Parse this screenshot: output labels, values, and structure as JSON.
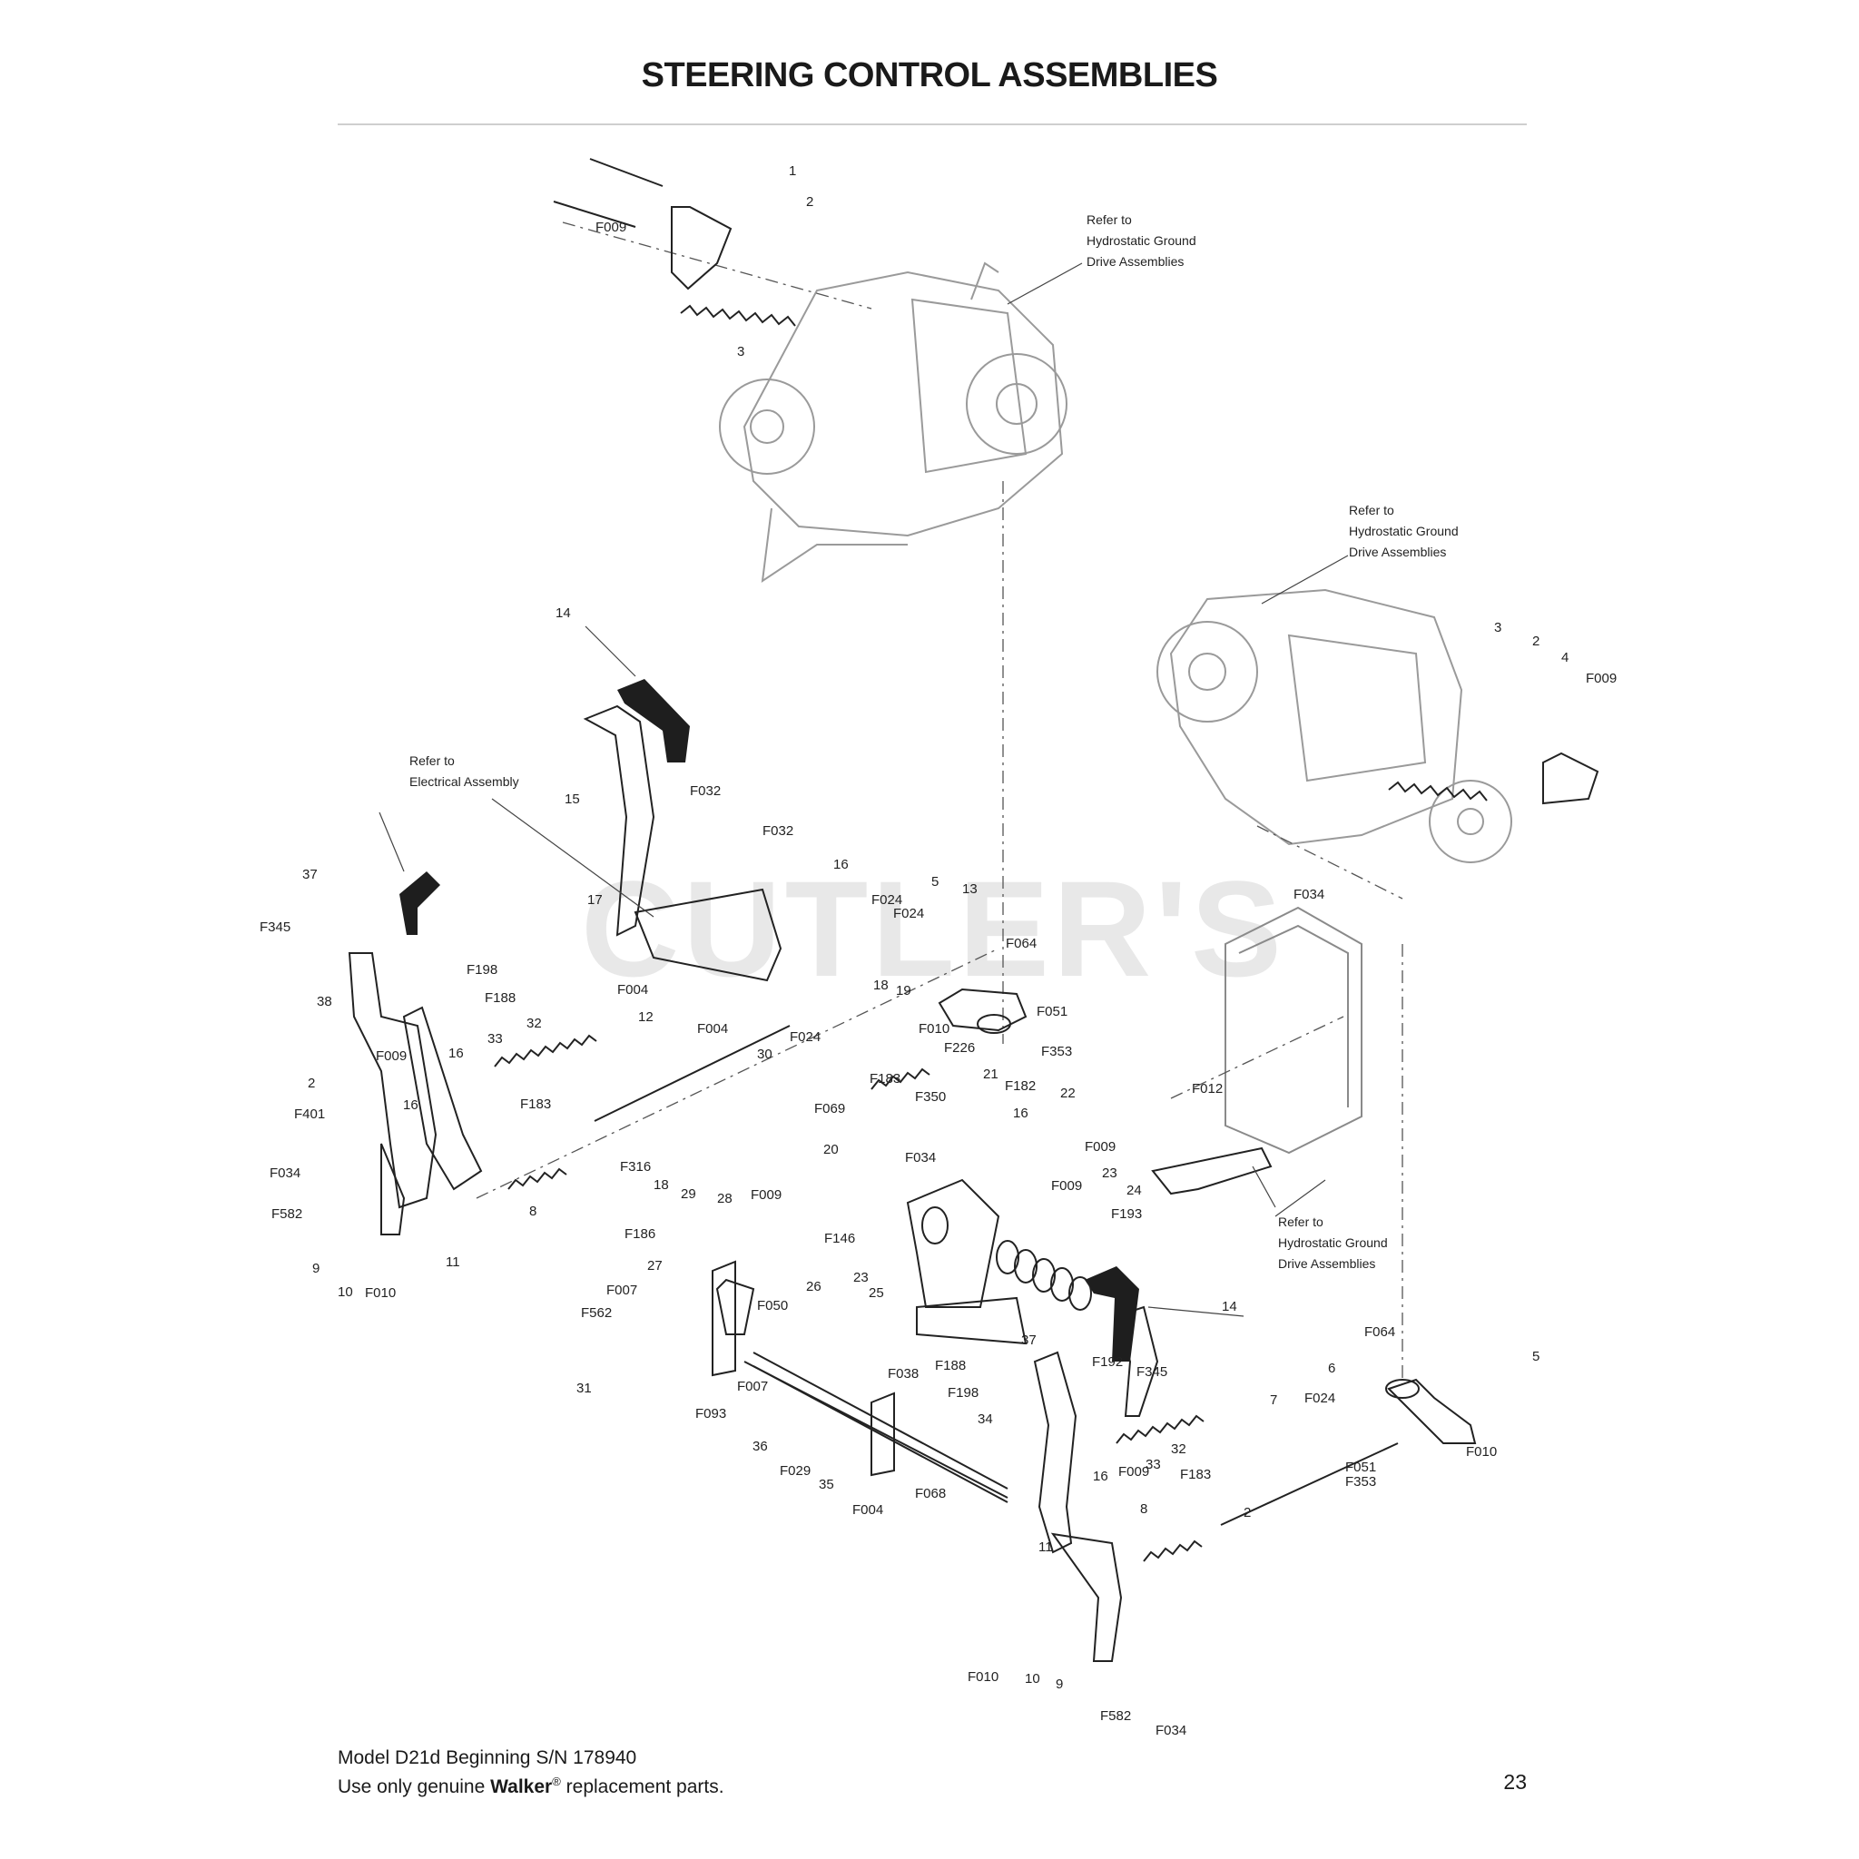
{
  "header": {
    "title": "STEERING CONTROL ASSEMBLIES"
  },
  "watermark": "CUTLER'S",
  "notes": {
    "hydro_top": [
      "Refer to",
      "Hydrostatic Ground",
      "Drive Assemblies"
    ],
    "hydro_right": [
      "Refer to",
      "Hydrostatic Ground",
      "Drive Assemblies"
    ],
    "hydro_lower": [
      "Refer to",
      "Hydrostatic Ground",
      "Drive Assemblies"
    ],
    "electrical": [
      "Refer to",
      "Electrical Assembly"
    ]
  },
  "callouts": [
    "1",
    "2",
    "3",
    "F009",
    "14",
    "15",
    "F032",
    "F032",
    "16",
    "17",
    "F004",
    "37",
    "F345",
    "38",
    "F198",
    "F188",
    "16",
    "33",
    "32",
    "12",
    "F004",
    "F024",
    "F024",
    "30",
    "F009",
    "2",
    "F401",
    "16",
    "F034",
    "F582",
    "9",
    "10",
    "F010",
    "11",
    "8",
    "F183",
    "F316",
    "18",
    "29",
    "28",
    "F009",
    "F069",
    "20",
    "F186",
    "27",
    "F146",
    "26",
    "F050",
    "F007",
    "F562",
    "31",
    "F007",
    "F093",
    "36",
    "F029",
    "35",
    "F004",
    "F068",
    "F024",
    "5",
    "13",
    "F064",
    "F051",
    "F353",
    "18",
    "19",
    "F010",
    "F226",
    "F183",
    "F350",
    "21",
    "F182",
    "22",
    "16",
    "F034",
    "F009",
    "F009",
    "23",
    "24",
    "F193",
    "23",
    "25",
    "F038",
    "F188",
    "37",
    "F198",
    "F192",
    "14",
    "F345",
    "34",
    "32",
    "33",
    "16",
    "F009",
    "F183",
    "8",
    "2",
    "11",
    "F010",
    "10",
    "9",
    "F582",
    "F034",
    "F012",
    "F034",
    "3",
    "2",
    "4",
    "F009",
    "F064",
    "6",
    "5",
    "F024",
    "F010",
    "F051",
    "F353",
    "7"
  ],
  "footer": {
    "model": "Model D21d Beginning S/N 178940",
    "use_prefix": "Use only genuine ",
    "brand": "Walker",
    "registered": "®",
    "use_suffix": " replacement parts.",
    "page": "23"
  },
  "colors": {
    "ink": "#1a1a1a",
    "ghost": "#9a9a9a",
    "rule": "#cfcfcf",
    "grip": "#1e1e1e"
  }
}
